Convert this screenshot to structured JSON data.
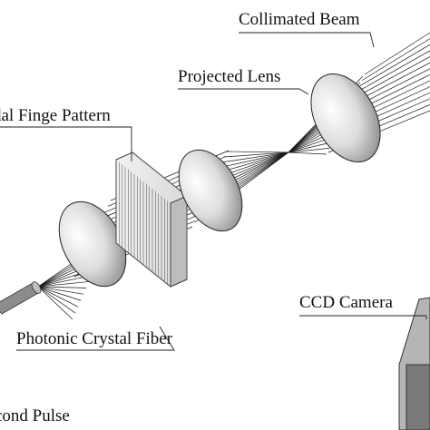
{
  "labels": {
    "collimated_beam": "Collimated Beam",
    "projected_lens": "Projected Lens",
    "fringe_pattern": "dal Finge Pattern",
    "ccd_camera": "CCD Camera",
    "photonic_crystal_fiber": "Photonic Crystal Fiber",
    "second_pulse": "cond Pulse"
  },
  "colors": {
    "line": "#1a1a1a",
    "lens_fill": "#e4e4e4",
    "lens_shade": "#9a9a9a",
    "grating_fill": "#ececec",
    "grating_edge": "#555555"
  }
}
